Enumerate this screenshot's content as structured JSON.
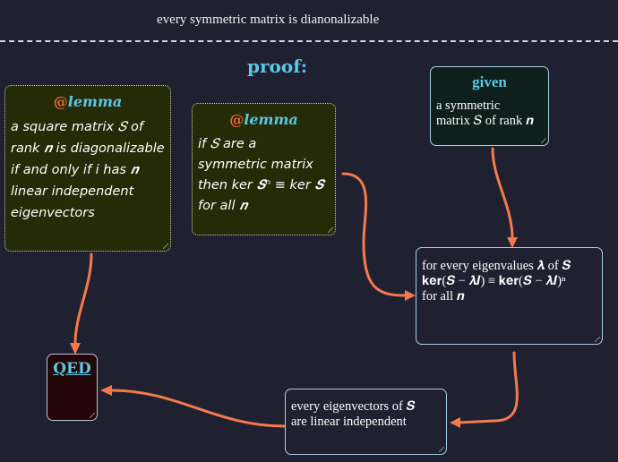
{
  "title": "every symmetric matrix is dianonalizable",
  "proof_heading": "proof:",
  "nodes": {
    "lemma1": {
      "at_symbol": "@",
      "heading": "lemma",
      "text": "a square matrix 𝑆 of\nrank 𝒏 is diagonalizable\nif and only if i has 𝒏\nlinear independent\neigenvectors"
    },
    "lemma2": {
      "at_symbol": "@",
      "heading": "lemma",
      "text": "if  𝑆 are a\nsymmetric matrix\nthen ker 𝑺ⁿ ≡ ker 𝑺\nfor all 𝒏"
    },
    "given": {
      "heading": "given",
      "text": "a symmetric\nmatrix 𝑆 of rank 𝒏"
    },
    "step1": {
      "text": "for every eigenvalues 𝝀 of 𝑺\n𝐤𝐞𝐫(𝑺 − 𝝀𝑰) ≡ 𝐤𝐞𝐫(𝑺 − 𝝀𝑰)ⁿ\nfor all 𝒏"
    },
    "step2": {
      "text": "every eigenvectors of 𝑺\nare linear independent"
    },
    "qed": {
      "label": "QED"
    }
  },
  "colors": {
    "background": "#1f2030",
    "heading_cyan": "#5bc8e6",
    "arrow_orange": "#f47a4e",
    "at_symbol_red": "#ef6a3c",
    "lemma_fill": "#252a07",
    "given_fill": "#0f1f1b",
    "qed_fill": "#230608"
  }
}
